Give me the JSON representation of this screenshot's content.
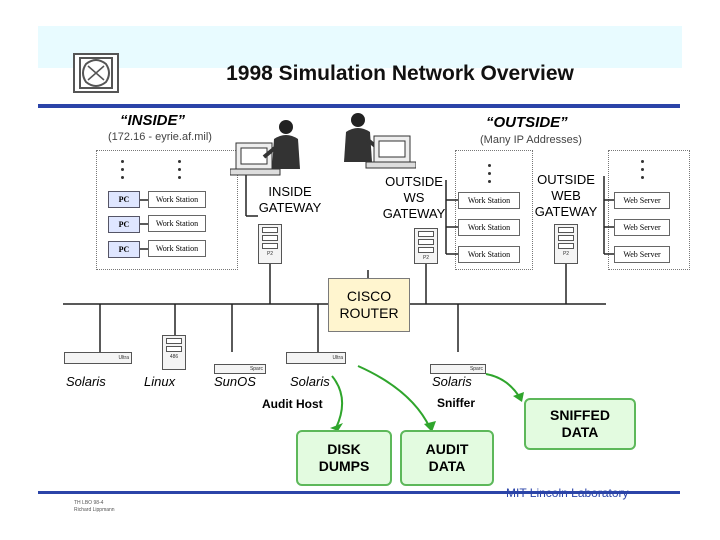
{
  "title": "1998 Simulation Network Overview",
  "inside": {
    "label": "“INSIDE”",
    "sub": "(172.16 - eyrie.af.mil)"
  },
  "outside": {
    "label": "“OUTSIDE”",
    "sub": "(Many IP Addresses)"
  },
  "inside_rows": [
    {
      "pc": "PC",
      "ws": "Work Station"
    },
    {
      "pc": "PC",
      "ws": "Work Station"
    },
    {
      "pc": "PC",
      "ws": "Work Station"
    }
  ],
  "outside_ws": [
    "Work Station",
    "Work Station",
    "Work Station"
  ],
  "web_servers": [
    "Web Server",
    "Web Server",
    "Web Server"
  ],
  "gateways": {
    "inside": [
      "INSIDE",
      "GATEWAY"
    ],
    "outside_ws": [
      "OUTSIDE",
      "WS",
      "GATEWAY"
    ],
    "outside_web": [
      "OUTSIDE",
      "WEB",
      "GATEWAY"
    ]
  },
  "tower_nums": [
    "P2",
    "P2",
    "P2"
  ],
  "router": [
    "CISCO",
    "ROUTER"
  ],
  "hosts": [
    {
      "os": "Solaris",
      "badge": "Ultra"
    },
    {
      "os": "Linux",
      "badge": "486"
    },
    {
      "os": "SunOS",
      "badge": "Sparc"
    },
    {
      "os": "Solaris",
      "badge": "Ultra"
    },
    {
      "os": "Solaris",
      "badge": "Sparc"
    }
  ],
  "host_roles": {
    "audit": "Audit Host",
    "sniffer": "Sniffer"
  },
  "outputs": {
    "disk": [
      "DISK",
      "DUMPS"
    ],
    "audit": [
      "AUDIT",
      "DATA"
    ],
    "sniffed": [
      "SNIFFED",
      "DATA"
    ]
  },
  "footer": {
    "org": "MIT Lincoln Laboratory",
    "line1": "TH  LBO  98-4",
    "line2": "Richard Lippmann"
  },
  "colors": {
    "rule": "#2b44a8",
    "title_band": "#e8fbff",
    "router_fill": "#fff5cf",
    "output_fill": "#e3fbe0",
    "output_border": "#5db85a",
    "pc_fill": "#dfe6ff"
  }
}
